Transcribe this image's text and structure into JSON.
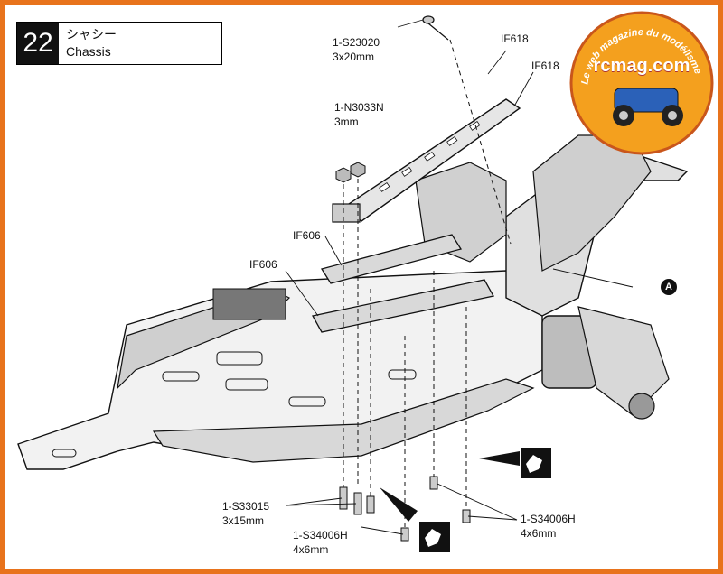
{
  "step": {
    "number": "22",
    "title_ja": "シャシー",
    "title_en": "Chassis"
  },
  "labels": {
    "screw_top": [
      "1-S23020",
      "3x20mm"
    ],
    "if618_a": "IF618",
    "if618_b": "IF618",
    "nut": [
      "1-N3033N",
      "3mm"
    ],
    "if606_a": "IF606",
    "if606_b": "IF606",
    "callout_a": "A",
    "screw_s33015": [
      "1-S33015",
      "3x15mm"
    ],
    "screw_s34006h_left": [
      "1-S34006H",
      "4x6mm"
    ],
    "screw_s34006h_right": [
      "1-S34006H",
      "4x6mm"
    ]
  },
  "logo": {
    "text": "rcmag.com",
    "arc_text": "Le web magazine du modélisme"
  },
  "colors": {
    "frame": "#e8731c",
    "logo_bg": "#f4a01e",
    "line": "#111111",
    "fill_gray": "#bdbdbd"
  }
}
